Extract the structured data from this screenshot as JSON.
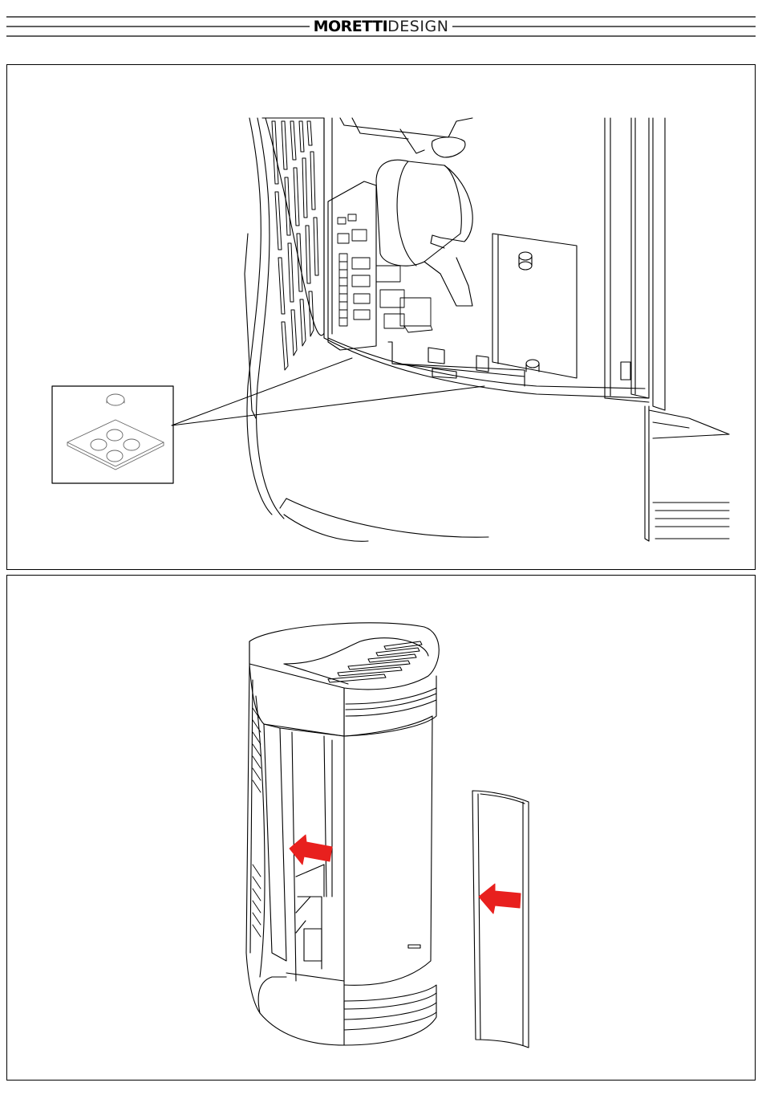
{
  "header": {
    "brand_bold": "MORETTI",
    "brand_light": "DESIGN"
  },
  "figures": [
    {
      "name": "stove-interior-detail",
      "icon": "stove-interior-illustration"
    },
    {
      "name": "side-panel-removal",
      "icon": "stove-side-panel-illustration"
    }
  ],
  "colors": {
    "line": "#000000",
    "arrow": "#e8201e"
  }
}
